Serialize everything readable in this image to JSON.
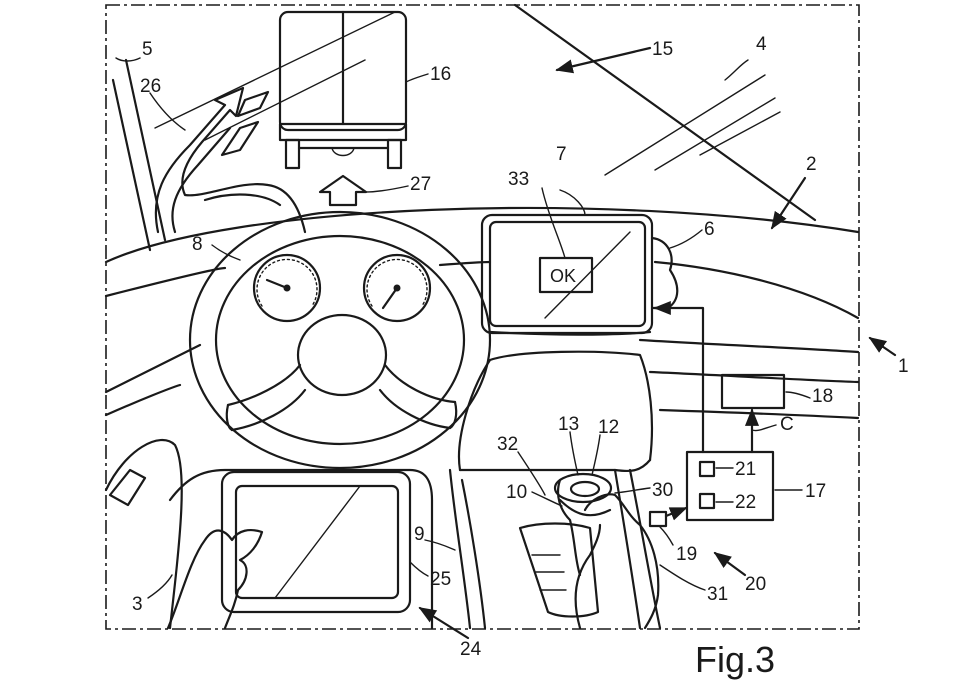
{
  "figure_label": "Fig.3",
  "screen_text": "OK",
  "reference_numerals": {
    "r1": "1",
    "r2": "2",
    "r3": "3",
    "r4": "4",
    "r5": "5",
    "r6": "6",
    "r7": "7",
    "r8": "8",
    "r9": "9",
    "r10": "10",
    "r12": "12",
    "r13": "13",
    "r15": "15",
    "r16": "16",
    "r17": "17",
    "r18": "18",
    "r19": "19",
    "r20": "20",
    "r21": "21",
    "r22": "22",
    "r24": "24",
    "r25": "25",
    "r26": "26",
    "r27": "27",
    "r30": "30",
    "r31": "31",
    "r32": "32",
    "r33": "33",
    "rC": "C"
  }
}
